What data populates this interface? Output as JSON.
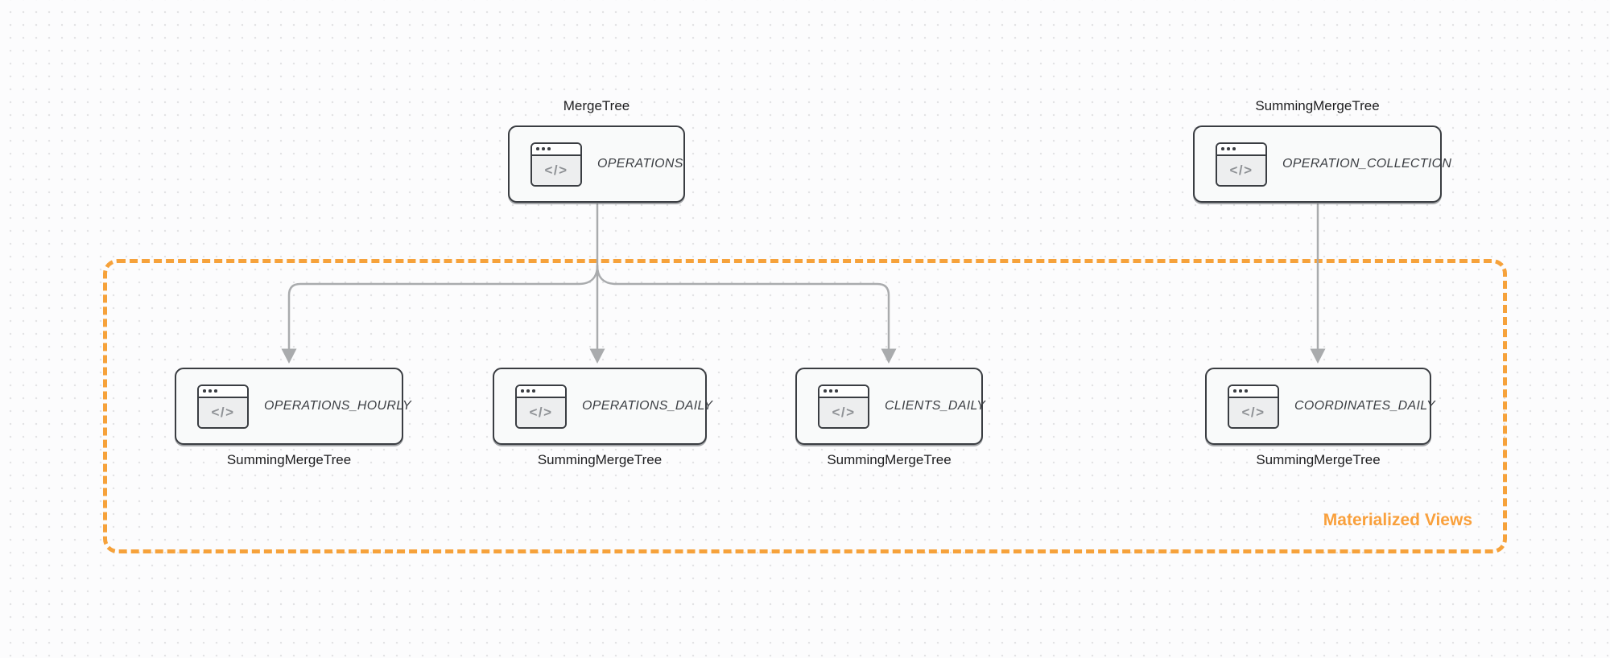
{
  "diagram": {
    "group": {
      "label": "Materialized Views"
    },
    "nodes": [
      {
        "id": "operations",
        "title": "OPERATIONS",
        "engine": "MergeTree",
        "engine_position": "top"
      },
      {
        "id": "operation-collection",
        "title": "OPERATION_COLLECTION",
        "engine": "SummingMergeTree",
        "engine_position": "top"
      },
      {
        "id": "operations-hourly",
        "title": "OPERATIONS_HOURLY",
        "engine": "SummingMergeTree",
        "engine_position": "bottom"
      },
      {
        "id": "operations-daily",
        "title": "OPERATIONS_DAILY",
        "engine": "SummingMergeTree",
        "engine_position": "bottom"
      },
      {
        "id": "clients-daily",
        "title": "CLIENTS_DAILY",
        "engine": "SummingMergeTree",
        "engine_position": "bottom"
      },
      {
        "id": "coordinates-daily",
        "title": "COORDINATES_DAILY",
        "engine": "SummingMergeTree",
        "engine_position": "bottom"
      }
    ],
    "edges": [
      {
        "from": "operations",
        "to": "operations-hourly"
      },
      {
        "from": "operations",
        "to": "operations-daily"
      },
      {
        "from": "operations",
        "to": "clients-daily"
      },
      {
        "from": "operation-collection",
        "to": "coordinates-daily"
      }
    ],
    "icons": {
      "code_glyph": "</>"
    },
    "colors": {
      "group_border": "#F6A23B",
      "group_label_text": "#F9A03C",
      "node_border": "#3A3D42",
      "node_fill": "#F9FAFA",
      "edge": "#A9ABAD",
      "label_text": "#1D1D1F",
      "icon_glyph": "#8F9296",
      "dot_grid": "#E3E3E5"
    }
  }
}
